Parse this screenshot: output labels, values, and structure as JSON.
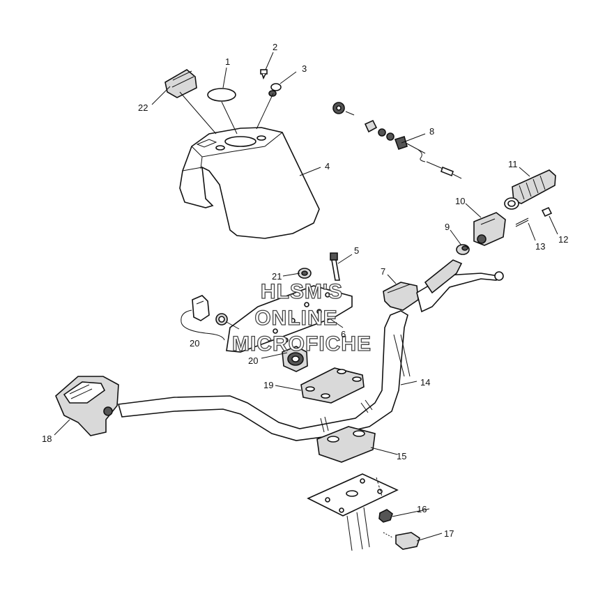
{
  "callouts": {
    "c1": "1",
    "c2": "2",
    "c3": "3",
    "c4": "4",
    "c5": "5",
    "c6": "6",
    "c7": "7",
    "c8": "8",
    "c9": "9",
    "c10": "10",
    "c11": "11",
    "c12": "12",
    "c13": "13",
    "c14": "14",
    "c15": "15",
    "c16": "16",
    "c17": "17",
    "c18": "18",
    "c19": "19",
    "c20a": "20",
    "c20b": "20",
    "c21": "21",
    "c22": "22"
  },
  "watermark": {
    "line1": "HLSM'S",
    "line2": "ONLINE",
    "line3": "MICROFICHE"
  }
}
